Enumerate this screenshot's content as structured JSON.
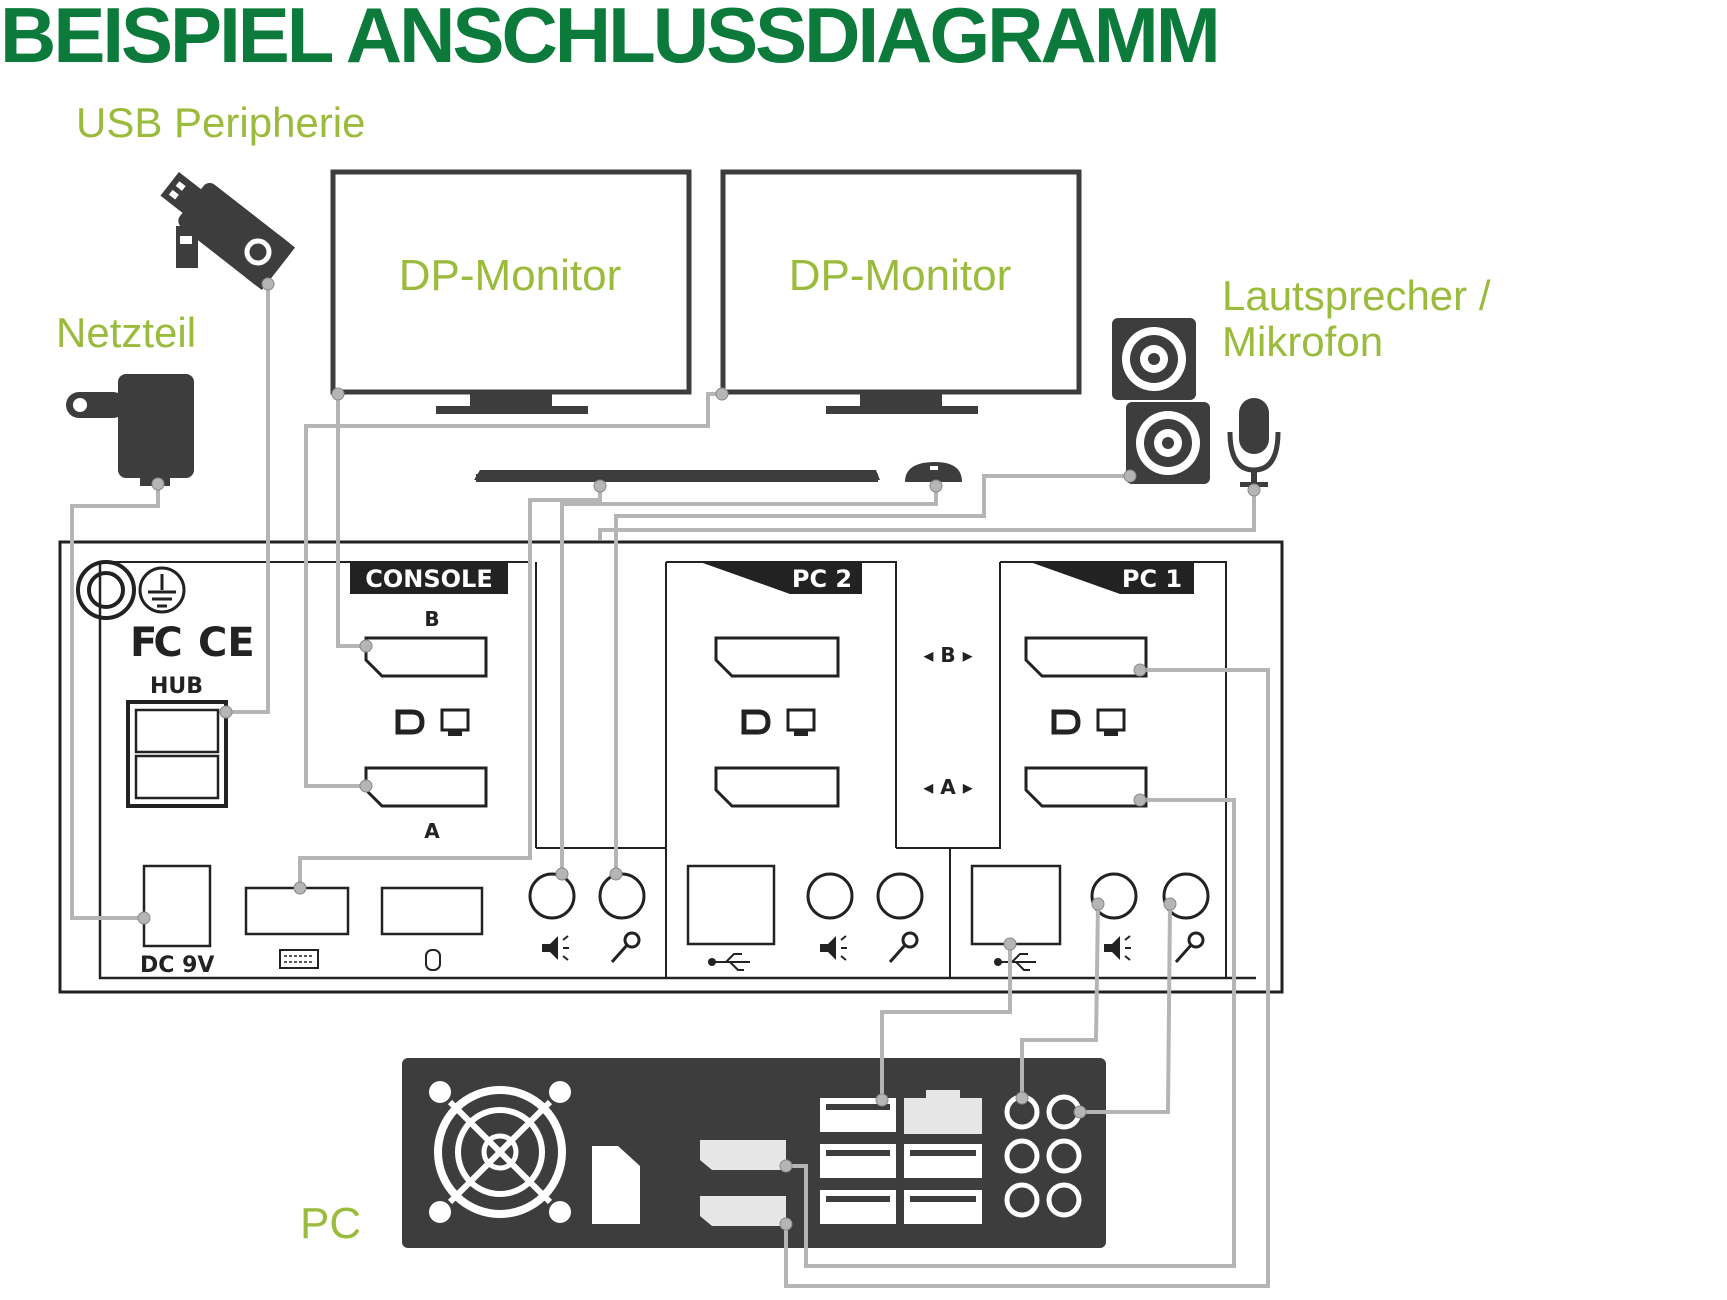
{
  "title": "BEISPIEL ANSCHLUSSDIAGRAMM",
  "labels": {
    "usb_peripherals": "USB Peripherie",
    "power_supply": "Netzteil",
    "monitor_1": "DP-Monitor",
    "monitor_2": "DP-Monitor",
    "speaker_line1": "Lautsprecher /",
    "speaker_line2": "Mikrofon",
    "pc": "PC"
  },
  "kvm": {
    "console": "CONSOLE",
    "pc2": "PC 2",
    "pc1": "PC 1",
    "port_b": "B",
    "port_a": "A",
    "switch_b": "◂ B ▸",
    "switch_a": "◂ A ▸",
    "hub": "HUB",
    "dc": "DC 9V",
    "fc": "FC",
    "ce": "CE"
  },
  "colors": {
    "title_green": "#0b7a3b",
    "label_green": "#9bbb3c",
    "dark": "#3d3d3d",
    "cable": "#b5b5b5",
    "line": "#222222"
  }
}
